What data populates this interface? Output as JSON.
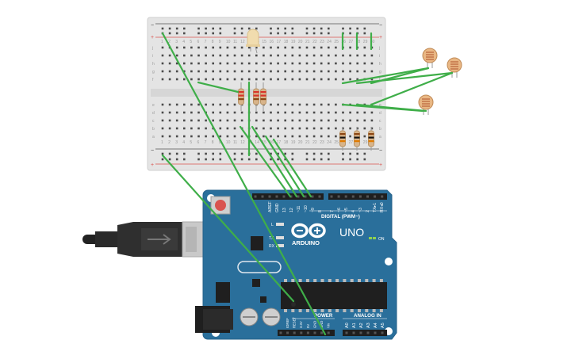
{
  "breadboard": {
    "rail_minus": "−",
    "rail_plus": "+",
    "row_letters_top": [
      "j",
      "i",
      "h",
      "g",
      "f"
    ],
    "row_letters_bottom": [
      "e",
      "d",
      "c",
      "b",
      "a"
    ],
    "column_numbers_shown": [
      "1",
      "5",
      "10",
      "15",
      "20",
      "25",
      "30"
    ],
    "columns_right_top": [
      "26",
      "27",
      "28"
    ],
    "columns_right_bottom": [
      "25",
      "26",
      "27",
      "28"
    ]
  },
  "arduino": {
    "logo_text": "ARDUINO",
    "model": "UNO",
    "on_label": "ON",
    "l_label": "L",
    "tx_label": "TX",
    "rx_label": "RX",
    "digital_header": "DIGITAL (PWM~)",
    "digital_pins": [
      "AREF",
      "GND",
      "13",
      "12",
      "~11",
      "~10",
      "~9",
      "8",
      "7",
      "~6",
      "~5",
      "4",
      "~3",
      "2",
      "TX▸1",
      "RX◂0"
    ],
    "power_header": "POWER",
    "power_pins": [
      "IOREF",
      "RESET",
      "3.3V",
      "5V",
      "GND",
      "GND",
      "Vin"
    ],
    "analog_header": "ANALOG IN",
    "analog_pins": [
      "A0",
      "A1",
      "A2",
      "A3",
      "A4",
      "A5"
    ]
  },
  "colors": {
    "wire": "#3fae49",
    "board": "#2a6f9b",
    "breadboard": "#e3e3e3",
    "rail_red": "#d9534f",
    "rail_blue": "#333333"
  },
  "icons": [
    "usb-cable-icon",
    "led-icon",
    "resistor-icon",
    "photoresistor-icon",
    "reset-button-icon",
    "power-jack-icon",
    "atmega-chip-icon"
  ]
}
